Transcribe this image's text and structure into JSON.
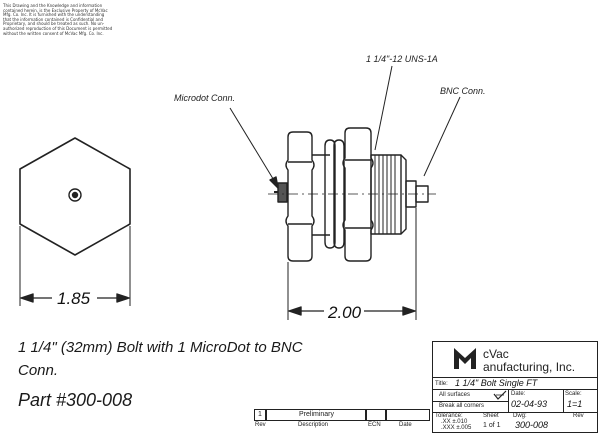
{
  "notice_lines": [
    "This Drawing and the Knowledge and information",
    "contained herein, is the Exclusive Property of McVac",
    "Mfg. Co. Inc. It is furnished with the understanding",
    "that the information contained is Confidential and",
    "Proprietary, and should be treated as such. No un-",
    "authorized reproduction of this Document is permitted",
    "without the written consent of McVac Mfg. Co. Inc."
  ],
  "callouts": {
    "thread": "1 1/4\"-12 UNS-1A",
    "microdot": "Microdot Conn.",
    "bnc": "BNC Conn."
  },
  "dimensions": {
    "hex_width": "1.85",
    "length": "2.00"
  },
  "description": {
    "line1": "1 1/4\" (32mm) Bolt with 1 MicroDot to BNC",
    "line2": "Conn.",
    "part": "Part #300-008"
  },
  "title_block": {
    "company_line1": "cVac",
    "company_line2": "anufacturing, Inc.",
    "title_label": "Title:",
    "title_value": "1 1/4\" Bolt Single FT",
    "all_surfaces": "All surfaces",
    "date_label": "Date:",
    "date_value": "02-04-93",
    "scale_label": "Scale:",
    "scale_value": "1=1",
    "break_corners": "Break all corners",
    "tolerance_label": "Tolerance:",
    "tol_xx": ".XX ±.010",
    "tol_xxx": ".XXX ±.005",
    "sheet_label": "Sheet",
    "sheet_value": "1 of 1",
    "dwg_label": "Dwg:",
    "dwg_value": "300-008",
    "rev_label": "Rev"
  },
  "revision_block": {
    "rev_value": "1",
    "description_value": "Preliminary",
    "col_rev": "Rev",
    "col_description": "Description",
    "col_ecn": "ECN",
    "col_date": "Date"
  }
}
